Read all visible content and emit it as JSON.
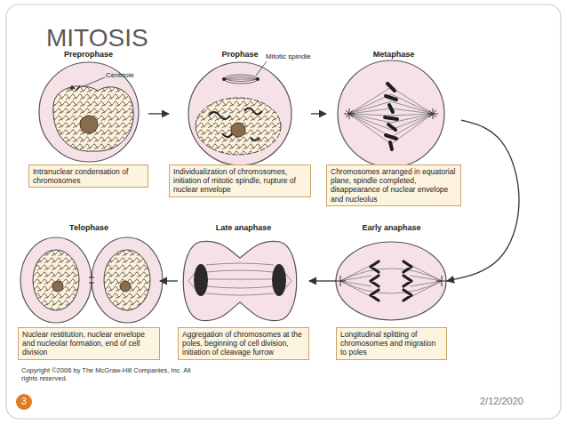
{
  "diagram": {
    "title": "MITOSIS",
    "nodes": [
      {
        "text": [
          "Preprophase",
          "Intranuclear condensation of chromosomes"
        ]
      },
      {
        "text": [
          "Prophase",
          "Individualization of chromosomes, initiation of mitotic spindle, rupture of nuclear envelope"
        ]
      },
      {
        "text": [
          "Metaphase",
          "Chromosomes arranged in equatorial plane, spindle completed, disappearance of nuclear envelope and nucleolus"
        ]
      },
      {
        "text": [
          "Early anaphase",
          "Longitudinal splitting of chromosomes and migration to poles"
        ]
      },
      {
        "text": [
          "Late anaphase",
          "Aggregation of chromosomes at the poles, beginning of cell division, initiation of cleavage furrow"
        ]
      },
      {
        "text": [
          "Telophase",
          "Nuclear restitution, nuclear envelope and nucleolar formation, end of cell division"
        ]
      }
    ],
    "edges": [
      {
        "from": 0,
        "to": 1,
        "arrow": "to"
      },
      {
        "from": 1,
        "to": 2,
        "arrow": "to"
      },
      {
        "from": 2,
        "to": 3,
        "arrow": "to"
      },
      {
        "from": 3,
        "to": 4,
        "arrow": "to"
      },
      {
        "from": 4,
        "to": 5,
        "arrow": "to"
      }
    ],
    "labels": [
      "Centriole",
      "Mitotic spindle",
      "Copyright ©2006 by The McGraw-Hill Companies, Inc. All rights reserved.",
      "3",
      "2/12/2020"
    ]
  }
}
